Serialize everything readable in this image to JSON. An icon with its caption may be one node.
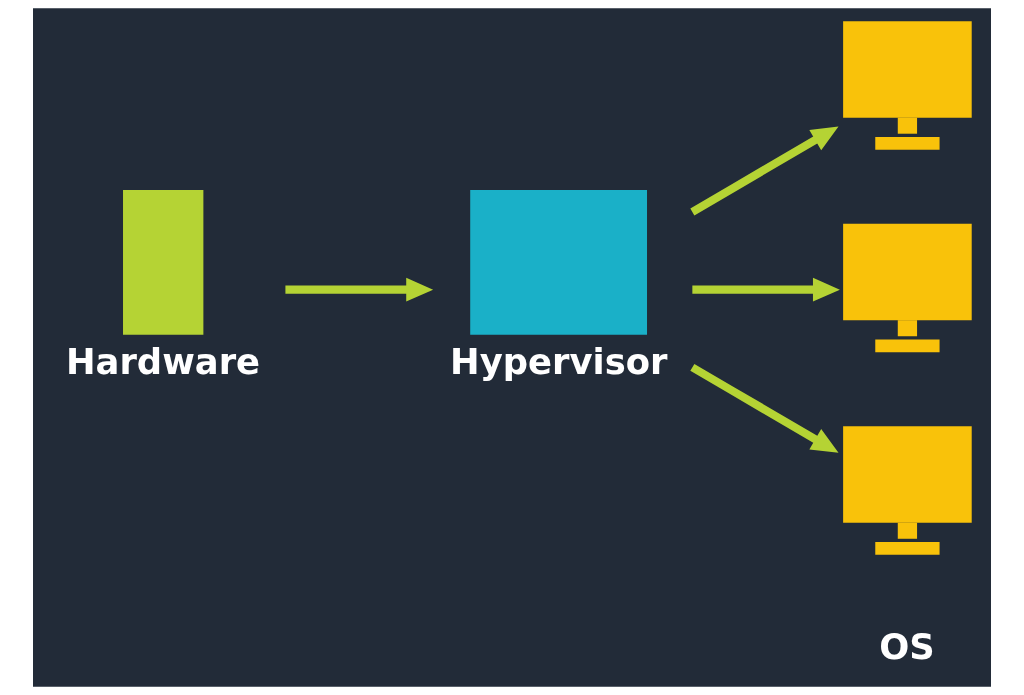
{
  "diagram": {
    "nodes": [
      {
        "text": [
          "Hardware"
        ]
      },
      {
        "text": [
          "Hypervisor"
        ]
      },
      {
        "text": [],
        "shape": "box"
      },
      {
        "text": [],
        "shape": "box"
      },
      {
        "text": [],
        "shape": "box"
      }
    ],
    "edges": [
      {
        "from": 0,
        "to": 1,
        "arrow": "to"
      },
      {
        "from": 1,
        "to": 2,
        "arrow": "to"
      },
      {
        "from": 1,
        "to": 3,
        "arrow": "to"
      },
      {
        "from": 1,
        "to": 4,
        "arrow": "to"
      }
    ],
    "labels": [
      "OS"
    ]
  }
}
